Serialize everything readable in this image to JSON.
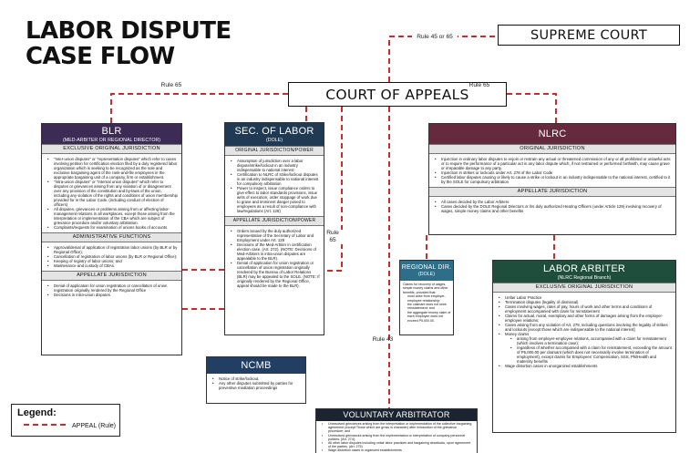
{
  "title": [
    "LABOR DISPUTE",
    "CASE FLOW"
  ],
  "colors": {
    "appeal_line": "#cc2b2b",
    "blr_header": "#3b2b55",
    "sec_header": "#1f3a52",
    "nlrc_header": "#652a3d",
    "regional_header": "#2e6e88",
    "arbiter_header": "#1f4f3c",
    "ncmb_header": "#223e63",
    "va_header": "#1b2430"
  },
  "rules": {
    "sc": "Rule 45 or 65",
    "left": "Rule 65",
    "right": "Rule 65",
    "middle": "Rule 65",
    "va": "Rule 43"
  },
  "supreme_court": "SUPREME COURT",
  "court_of_appeals": "COURT OF APPEALS",
  "blr": {
    "title": "BLR",
    "subtitle": "(MED-ARBITER OR REGIONAL DIRECTOR)",
    "sections": [
      {
        "heading": "EXCLUSIVE ORIGINAL JURISDICTION",
        "items": [
          "\"Inter-union disputes\" or \"representation disputes\" which refer to cases involving petition for certification election filed by a duly registered labor organization which is seeking to be recognized as the sole and exclusive bargaining agent of the rank-and-file employees in the appropriate bargaining unit of a company, firm or establishment.",
          "\"Intra-union disputes\" or \"internal union disputes\" which refer to disputes or grievances arising from any violation of or disagreement over any provision of the constitution and by-laws of the union, including any violation of the rights and conditions of union membership provided for in the Labor Code. (including conduct of election of officers)",
          "All disputes, grievances or problems arising from or affecting labor-management relations in all workplaces, except those arising from the interpretation or implementation of the CBA which are subject of grievance procedure and/or voluntary arbitration.",
          "Complaints/requests for examination of unions books of accounts"
        ]
      },
      {
        "heading": "ADMINISTRATIVE FUNCTIONS",
        "items": [
          "Approval/denial of application of registration labor unions (by BLR or by Regional Office);",
          "Cancellation of registration of labor unions (by BLR or Regional Office);",
          "Keeping of registry of labor unions; and",
          "Maintenance and custody of CBAs."
        ]
      },
      {
        "heading": "APPELLATE JURISDICTION",
        "items": [
          "Denial of application for union registration or cancellation of union registration originally rendered by the Regional Office",
          "Decisions in intra-union disputes"
        ]
      }
    ]
  },
  "sec_labor": {
    "title": "SEC. OF LABOR",
    "subtitle": "(DOLE)",
    "sections": [
      {
        "heading": "ORIGINAL JURISDICTION/POWER",
        "items": [
          "Assumption of jurisdiction over a labor dispute/strike/lockout in an industry indispensable to national interest",
          "Certification to NLRC of strike/lockout disputes in an industry indispensable to national interest for compulsory arbitration",
          "Power to inspect, issue compliance orders to give effect to labor standards provisions, issue writs of execution, order stoppage of work due to grave and imminent danger posed to employees as a result of non-compliance with law/regulations (Art. 128)"
        ]
      },
      {
        "heading": "APPELLATE JURISDICTION/POWER",
        "items": [
          "Orders issued by the duly authorized representative of the Secretary of Labor and Employment under Art. 128",
          "Decisions of the Med-Arbiter in certification election case. (Art. 272). (NOTE: Decisions of Med-Arbiters in intra-union disputes are appealable to the BLR).",
          "Denial of application for union registration or cancellation of union registration originally rendered by the Bureau of Labor Relations (BLR) may be appealed to the SOLE. (NOTE: If originally rendered by the Regional Office, appeal should be made to the BLR)."
        ]
      }
    ]
  },
  "nlrc": {
    "title": "NLRC",
    "sections": [
      {
        "heading": "ORIGINAL JURISDICTION",
        "items": [
          "Injunction in ordinary labor disputes to enjoin or restrain any actual or threatened commission of any or all prohibited or unlawful acts or to require the performance of a particular act in any labor dispute which, if not restrained or performed forthwith, may cause grave or irreparable damage to any party.",
          "Injunction in strikes or lockouts under Art. 278 of the Labor Code",
          "Certified labor disputes causing or likely to cause a strike or lockout in an industry indispensable to the national interest, certified to it by the SOLE for compulsory arbitration"
        ]
      },
      {
        "heading": "APPELLATE JURISDICTION",
        "items": [
          "All cases decided by the Labor Arbiters",
          "Cases decided by the DOLE Regional Directors or his duly authorized Hearing Officers (under Article 129) involving recovery of wages, simple money claims and other benefits"
        ]
      }
    ]
  },
  "regional_dir": {
    "title": "REGIONAL DIR.",
    "subtitle": "(DOLE)",
    "text": [
      "Claims for recovery of wages, simple money claims and other benefits, provided that:",
      "must arise from employer-employee relationship;",
      "the claimant does not seek reinstatement; and",
      "the aggregate money claim of each employee does not exceed P5,000.00."
    ]
  },
  "labor_arbiter": {
    "title": "LABOR ARBITER",
    "subtitle": "(NLRC Regional Branch)",
    "heading": "EXCLUSIVE ORIGINAL JURISDICTION",
    "items": [
      "Unfair Labor Practice",
      "Termination disputes (legality of dismissal)",
      "Cases involving wages, rates of pay, hours of work and other terms and conditions of employment accompanied with claim for reinstatement",
      "Claims for actual, moral, exemplary and other forms of damages arising from the employer-employee relations;",
      "Cases arising from any violation of Art. 279, including questions involving the legality of strikes and lockouts [except those which are indispensable to the national interest]",
      "Money claims"
    ],
    "sub_items": [
      "arising from employer-employee relations, accompanied with a claim for reinstatement (which involves a termination case);",
      "regardless of whether accompanied with a claim for reinstatement, exceeding the amount of P5,000.00 per claimant (which does not necessarily involve termination of employment), except claims for Employees' Compensation, SSS, PhilHealth and maternity benefits"
    ],
    "last_item": "Wage distortion cases in unorganized establishments"
  },
  "ncmb": {
    "title": "NCMB",
    "items": [
      "Notice of strike/lockout,",
      "Any other disputes submitted by parties for preventive mediation proceedings"
    ]
  },
  "voluntary_arbitrator": {
    "title": "VOLUNTARY ARBITRATOR",
    "items": [
      "Unresolved grievances arising from the interpretation or implementation of the collective bargaining agreement (except Those which are gross in character) after exhaustion of the grievance procedure; and",
      "Unresolved grievances arising from the implementation or interpretation of company personnel policies. (Art. 274);",
      "All other labor disputes including unfair labor practices and bargaining deadlocks, upon agreement of the parties. (Art. 275)",
      "Wage distortion cases in organized establishments"
    ]
  },
  "legend": {
    "title": "Legend:",
    "appeal_label": "APPEAL (Rule)"
  }
}
